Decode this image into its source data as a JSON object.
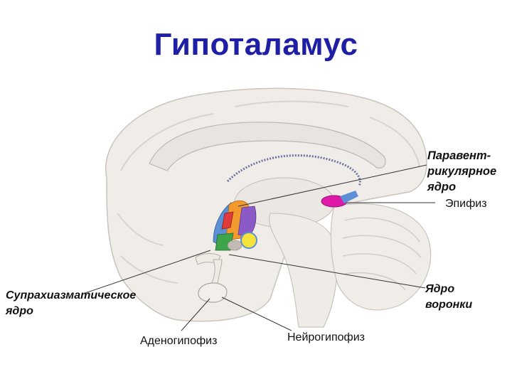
{
  "title": "Гипоталамус",
  "labels": {
    "paraventricular": "Паравент-\nрикулярное\nядро",
    "pineal": "Эпифиз",
    "infundibular": "Ядро\nворонки",
    "suprachiasmatic": "Супрахиазматическое\nядро",
    "adenohypophysis": "Аденогипофиз",
    "neurohypophysis": "Нейрогипофиз"
  },
  "colors": {
    "title": "#1f1fa6",
    "brain_tissue": "#f0ede8",
    "brain_outline": "#c9c4bc",
    "ventricle_lining": "#6f6fa3",
    "nucleus_blue": "#5b8fd6",
    "nucleus_orange": "#f29a2e",
    "nucleus_red": "#e03a3a",
    "nucleus_purple": "#8a5bc6",
    "nucleus_green": "#3ea44a",
    "nucleus_yellow": "#f5e23a",
    "pineal_magenta": "#e01aa8",
    "leader_line": "#333333"
  }
}
